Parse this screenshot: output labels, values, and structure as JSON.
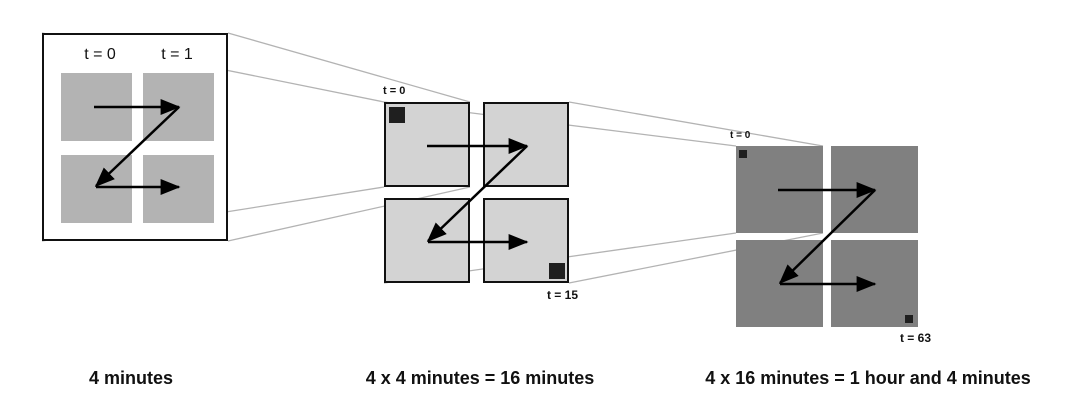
{
  "figure": {
    "title_implicit": "hierarchical time scales diagram",
    "panels": [
      {
        "id": "scale-1",
        "caption": "4 minutes",
        "labels": {
          "t0": "t = 0",
          "t1": "t = 1"
        }
      },
      {
        "id": "scale-2",
        "caption": "4 x 4 minutes = 16 minutes",
        "labels": {
          "start": "t = 0",
          "end": "t = 15"
        }
      },
      {
        "id": "scale-3",
        "caption": "4 x 16 minutes = 1 hour and 4 minutes",
        "labels": {
          "start": "t = 0",
          "end": "t = 63"
        }
      }
    ],
    "colors": {
      "background": "#ffffff",
      "panel1_square": "#b3b3b3",
      "panel2_square": "#d3d3d3",
      "panel3_square": "#808080",
      "frame_border": "#111111",
      "time_marker": "#1f1f1f",
      "connector_line": "#b3b3b3",
      "arrow": "#000000",
      "text": "#111111"
    }
  }
}
